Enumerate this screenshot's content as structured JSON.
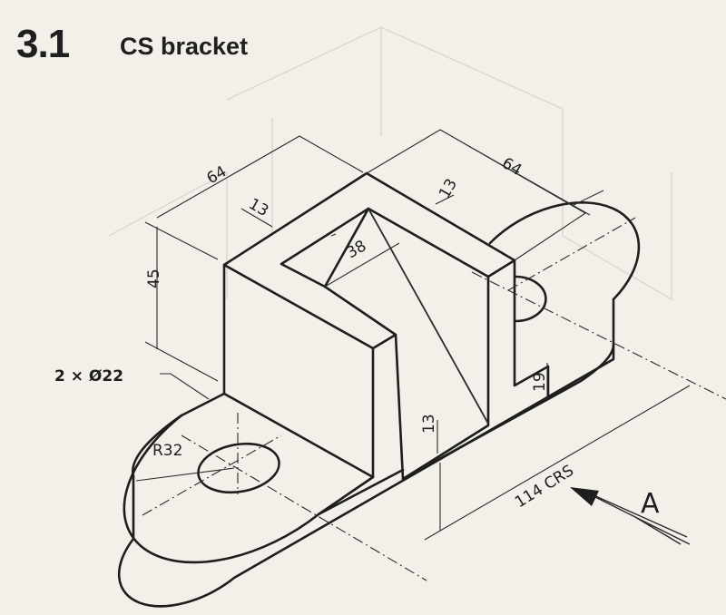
{
  "header": {
    "number": "3.1",
    "title": "CS bracket"
  },
  "dimensions": {
    "left_width": "64",
    "right_width": "64",
    "upright_thickness_left": "13",
    "upright_thickness_right": "13",
    "slot_width": "38",
    "height": "45",
    "holes": "2 × Ø22",
    "radius": "R32",
    "base_thickness": "13",
    "lug_thickness": "19",
    "centres": "114 CRS"
  },
  "view_arrow": {
    "label": "A"
  }
}
